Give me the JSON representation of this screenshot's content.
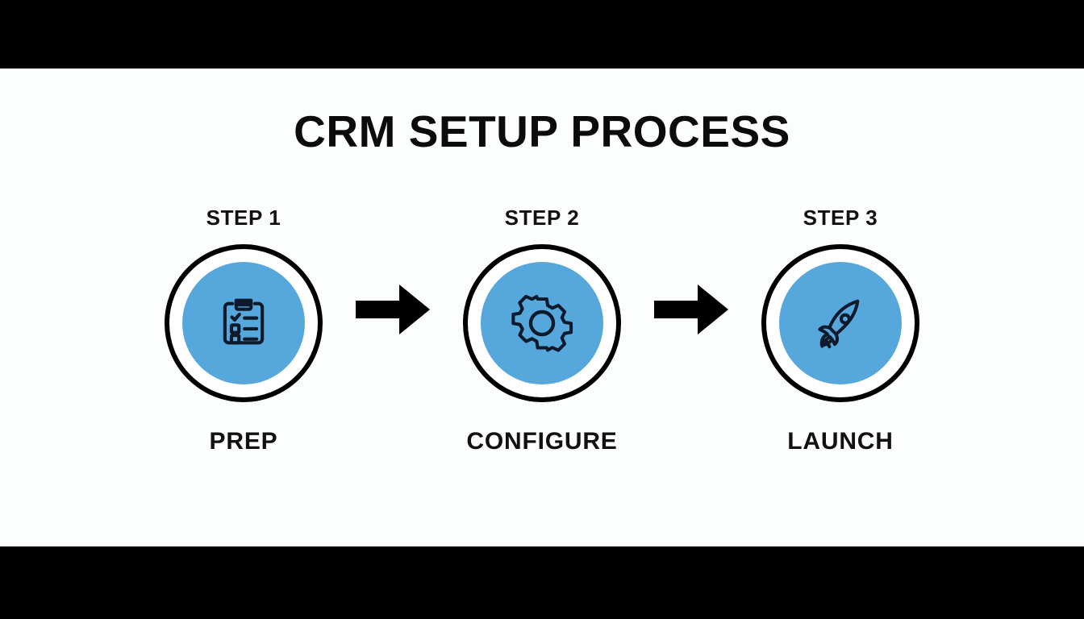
{
  "slide": {
    "title": "CRM SETUP PROCESS",
    "background_color": "#fcfdfd",
    "letterbox_color": "#000000",
    "accent_color": "#55a7dc",
    "ink_color": "#111114"
  },
  "steps": [
    {
      "eyebrow": "STEP 1",
      "label": "PREP",
      "icon": "clipboard-checklist-icon"
    },
    {
      "eyebrow": "STEP 2",
      "label": "CONFIGURE",
      "icon": "gear-icon"
    },
    {
      "eyebrow": "STEP 3",
      "label": "LAUNCH",
      "icon": "rocket-icon"
    }
  ],
  "connectors": [
    {
      "icon": "arrow-right-icon"
    },
    {
      "icon": "arrow-right-icon"
    }
  ]
}
